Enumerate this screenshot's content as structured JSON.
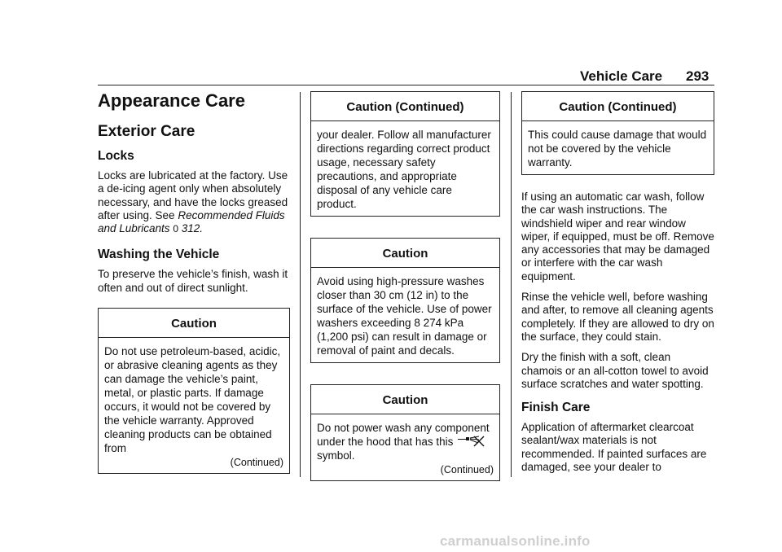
{
  "header": {
    "title": "Vehicle Care",
    "page_number": "293"
  },
  "col1": {
    "h1": "Appearance Care",
    "h2": "Exterior Care",
    "locks_heading": "Locks",
    "locks_text": "Locks are lubricated at the factory. Use a de-icing agent only when absolutely necessary, and have the locks greased after using. See",
    "locks_ref": "Recommended Fluids and Lubricants",
    "locks_ref_arrow": "0",
    "locks_ref_page": "312.",
    "washing_heading": "Washing the Vehicle",
    "washing_text": "To preserve the vehicle’s finish, wash it often and out of direct sunlight.",
    "caution": {
      "title": "Caution",
      "text": "Do not use petroleum-based, acidic, or abrasive cleaning agents as they can damage the vehicle’s paint, metal, or plastic parts. If damage occurs, it would not be covered by the vehicle warranty. Approved cleaning products can be obtained from",
      "continued": "(Continued)"
    }
  },
  "col2": {
    "caution_cont": {
      "title": "Caution  (Continued)",
      "text": "your dealer. Follow all manufacturer directions regarding correct product usage, necessary safety precautions, and appropriate disposal of any vehicle care product."
    },
    "caution2": {
      "title": "Caution",
      "text": "Avoid using high-pressure washes closer than 30 cm (12 in) to the surface of the vehicle. Use of power washers exceeding 8 274 kPa (1,200 psi) can result in damage or removal of paint and decals."
    },
    "caution3": {
      "title": "Caution",
      "text_a": "Do not power wash any component under the hood that has this",
      "symbol_icon": "no-power-wash-icon",
      "text_b": "symbol.",
      "continued": "(Continued)"
    }
  },
  "col3": {
    "caution_cont": {
      "title": "Caution  (Continued)",
      "text": "This could cause damage that would not be covered by the vehicle warranty."
    },
    "para1": "If using an automatic car wash, follow the car wash instructions. The windshield wiper and rear window wiper, if equipped, must be off. Remove any accessories that may be damaged or interfere with the car wash equipment.",
    "para2": "Rinse the vehicle well, before washing and after, to remove all cleaning agents completely. If they are allowed to dry on the surface, they could stain.",
    "para3": "Dry the finish with a soft, clean chamois or an all-cotton towel to avoid surface scratches and water spotting.",
    "finish_heading": "Finish Care",
    "finish_text": "Application of aftermarket clearcoat sealant/wax materials is not recommended. If painted surfaces are damaged, see your dealer to"
  },
  "watermark": "carmanualsonline.info"
}
